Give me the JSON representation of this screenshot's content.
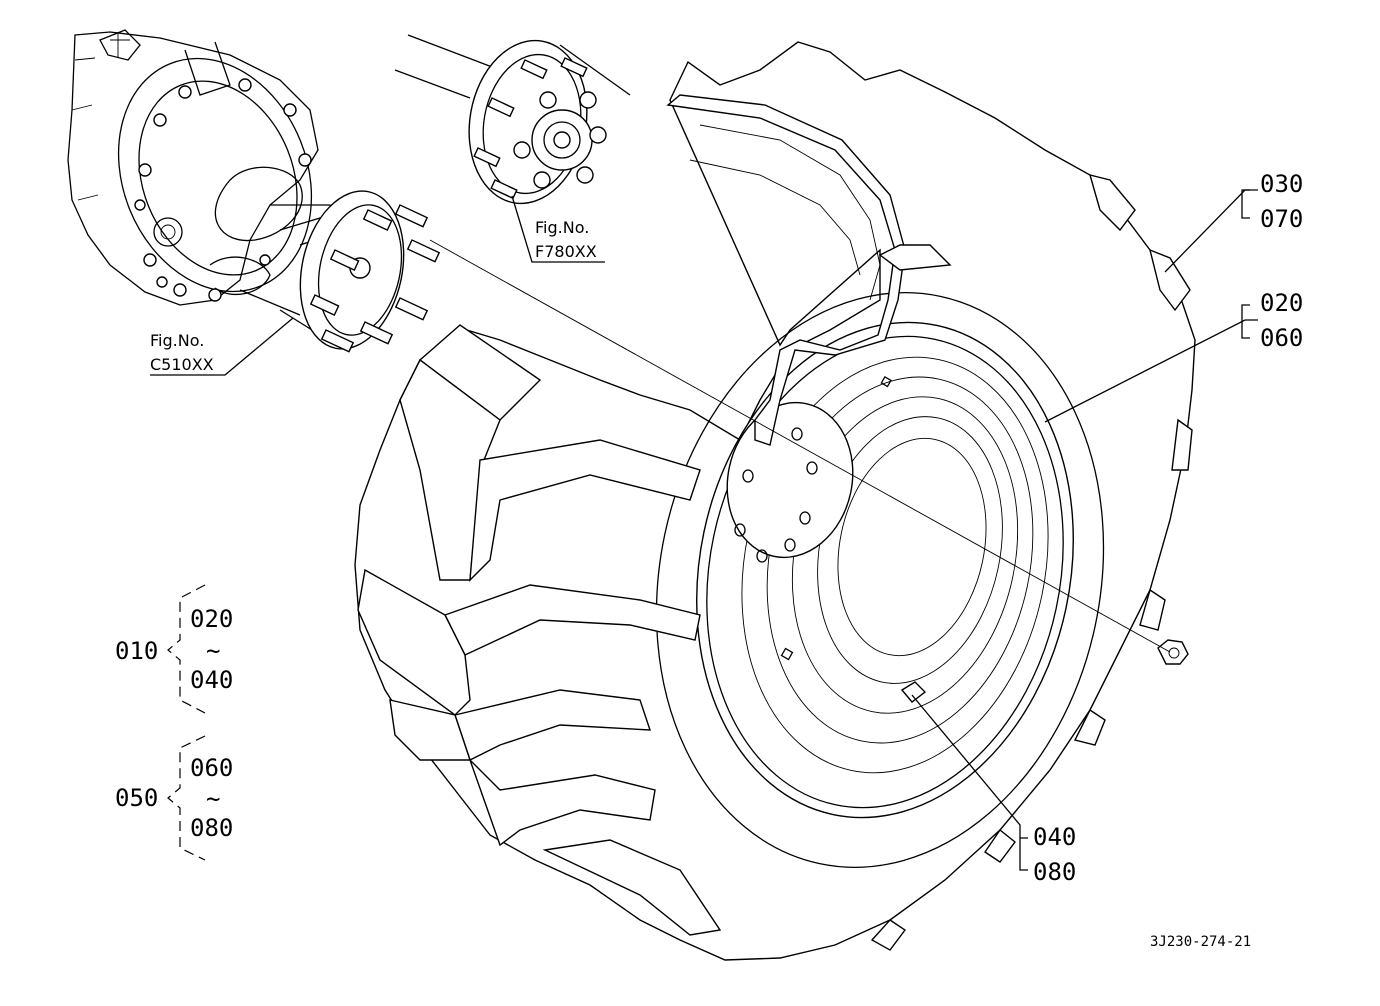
{
  "diagram": {
    "drawing_number": "3J230-274-21",
    "references": [
      {
        "prefix": "Fig.No.",
        "code": "C510XX"
      },
      {
        "prefix": "Fig.No.",
        "code": "F780XX"
      }
    ],
    "callouts": {
      "tire_pair": [
        "030",
        "070"
      ],
      "rim_pair": [
        "020",
        "060"
      ],
      "nut_pair": [
        "040",
        "080"
      ]
    },
    "assemblies": [
      {
        "id": "010",
        "from": "020",
        "range_mark": "~",
        "to": "040"
      },
      {
        "id": "050",
        "from": "060",
        "range_mark": "~",
        "to": "080"
      }
    ]
  }
}
